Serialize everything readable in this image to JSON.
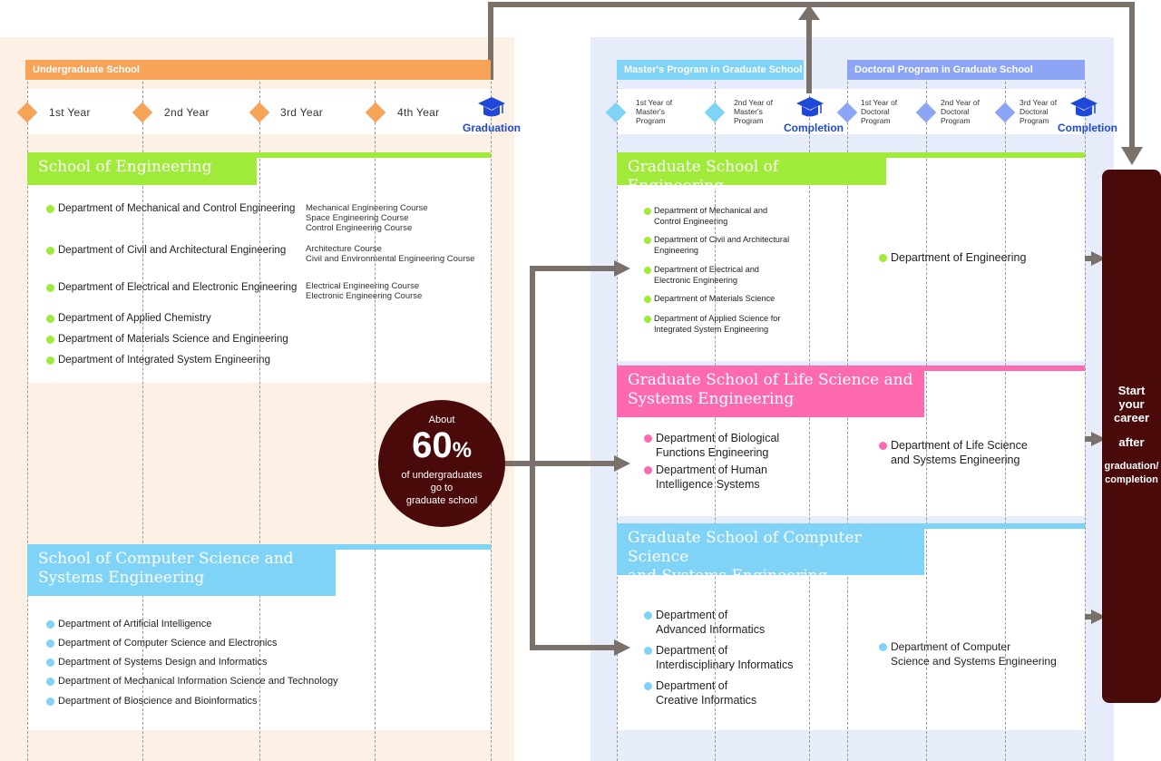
{
  "undergraduate": {
    "header": "Undergraduate School",
    "years": [
      "1st Year",
      "2nd Year",
      "3rd Year",
      "4th Year"
    ],
    "milestone": "Graduation",
    "engineering": {
      "title": "School of Engineering",
      "departments": [
        {
          "name": "Department of Mechanical and Control Engineering",
          "courses": [
            "Mechanical Engineering Course",
            "Space Engineering Course",
            "Control Engineering Course"
          ]
        },
        {
          "name": "Department of Civil and Architectural Engineering",
          "courses": [
            "Architecture Course",
            "Civil and Environmental Engineering Course"
          ]
        },
        {
          "name": "Department of Electrical and Electronic Engineering",
          "courses": [
            "Electrical Engineering Course",
            "Electronic Engineering Course"
          ]
        },
        {
          "name": "Department of Applied Chemistry",
          "courses": []
        },
        {
          "name": "Department of Materials Science and Engineering",
          "courses": []
        },
        {
          "name": "Department of Integrated System Engineering",
          "courses": []
        }
      ]
    },
    "cs": {
      "title_line1": "School of Computer Science and",
      "title_line2": "Systems Engineering",
      "departments": [
        "Department of Artificial Intelligence",
        "Department of Computer Science and Electronics",
        "Department of Systems Design and Informatics",
        "Department of Mechanical Information Science and Technology",
        "Department of Bioscience and Bioinformatics"
      ]
    }
  },
  "stat": {
    "about": "About",
    "value": "60",
    "unit": "%",
    "line1": "of undergraduates",
    "line2": "go to",
    "line3": "graduate school"
  },
  "graduate": {
    "masters_header": "Master's Program in Graduate School",
    "doctoral_header": "Doctoral Program in Graduate School",
    "masters_years": [
      [
        "1st Year of",
        "Master's",
        "Program"
      ],
      [
        "2nd Year of",
        "Master's",
        "Program"
      ]
    ],
    "doctoral_years": [
      [
        "1st Year of",
        "Doctoral",
        "Program"
      ],
      [
        "2nd Year of",
        "Doctoral",
        "Program"
      ],
      [
        "3rd Year of",
        "Doctoral",
        "Program"
      ]
    ],
    "milestone": "Completion",
    "engineering": {
      "title": "Graduate School of Engineering",
      "masters_departments": [
        [
          "Department of Mechanical and",
          "Control Engineering"
        ],
        [
          "Department of Civil and Architectural",
          "Engineering"
        ],
        [
          "Department of Electrical and",
          "Electronic Engineering"
        ],
        [
          "Department of  Materials Science",
          ""
        ],
        [
          "Department of Applied Science for",
          "Integrated System Engineering"
        ]
      ],
      "doctoral_department": "Department of Engineering"
    },
    "life": {
      "title_line1": "Graduate School of Life Science and",
      "title_line2": "Systems Engineering",
      "masters_departments": [
        [
          "Department of Biological",
          "Functions Engineering"
        ],
        [
          "Department of Human",
          "Intelligence Systems"
        ]
      ],
      "doctoral_department": [
        "Department of Life Science",
        "and Systems Engineering"
      ]
    },
    "cs": {
      "title_line1": "Graduate School of Computer Science",
      "title_line2": "and Systems Engineering",
      "masters_departments": [
        [
          "Department of",
          "Advanced Informatics"
        ],
        [
          "Department of",
          "Interdisciplinary Informatics"
        ],
        [
          "Department of",
          "Creative Informatics"
        ]
      ],
      "doctoral_department": [
        "Department of Computer",
        "Science and Systems Engineering"
      ]
    }
  },
  "career": {
    "line1": "Start",
    "line2": "your",
    "line3": "career",
    "line4": "after",
    "line5": "graduation/",
    "line6": "completion"
  },
  "colors": {
    "undergrad_orange": "#f7a358",
    "engineering_green": "#a0ea3a",
    "cs_blue": "#7fd3f7",
    "life_pink": "#fd6ab0",
    "masters_blue": "#7fd3f7",
    "doctoral_blue": "#8ca6f5",
    "maroon": "#4a0a0a",
    "arrow_gray": "#7a716b",
    "milestone_blue": "#1f48d8"
  }
}
